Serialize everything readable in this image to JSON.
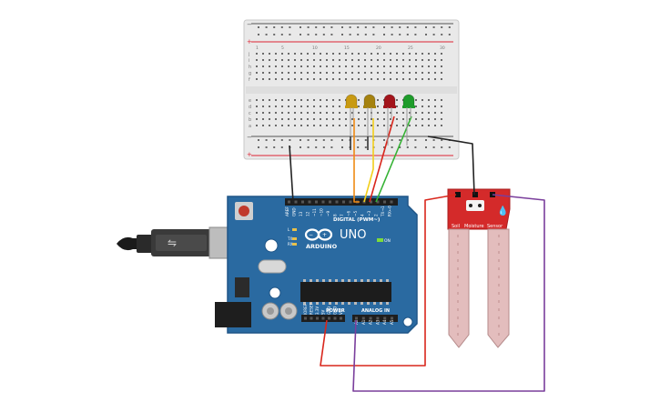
{
  "breadboard": {
    "rail_marks": {
      "minus": "−",
      "plus": "+"
    },
    "row_letters_top": [
      "j",
      "i",
      "h",
      "g",
      "f"
    ],
    "row_letters_bottom": [
      "e",
      "d",
      "c",
      "b",
      "a"
    ],
    "column_numbers": [
      "1",
      "5",
      "10",
      "15",
      "20",
      "25",
      "30"
    ]
  },
  "leds": [
    {
      "name": "led-1",
      "color": "#c89a12"
    },
    {
      "name": "led-2",
      "color": "#a5820f"
    },
    {
      "name": "led-3",
      "color": "#a3141b"
    },
    {
      "name": "led-4",
      "color": "#1e9c2b"
    }
  ],
  "arduino": {
    "logo_text": "ARDUINO",
    "model_text": "UNO",
    "digital_label": "DIGITAL (PWM~)",
    "power_label": "POWER",
    "analog_label": "ANALOG IN",
    "on_label": "ON",
    "tx_label": "TX",
    "rx_label": "RX",
    "l_label": "L",
    "top_pins": [
      "AREF",
      "GND",
      "13",
      "12",
      "~11",
      "~10",
      "~9",
      "8",
      "7",
      "~6",
      "~5",
      "4",
      "~3",
      "2",
      "TX→1",
      "RX←0"
    ],
    "power_pins": [
      "IOREF",
      "RESET",
      "3.3V",
      "5V",
      "GND",
      "GND",
      "Vin"
    ],
    "analog_pins": [
      "A0",
      "A1",
      "A2",
      "A3",
      "A4",
      "A5"
    ]
  },
  "sensor": {
    "label_soil": "Soil",
    "label_moisture": "Moisture",
    "label_sensor": "Sensor",
    "color": "#d42a2a"
  },
  "wire_colors": {
    "black": "#222222",
    "orange": "#ef8a14",
    "yellow": "#f2cf1a",
    "red": "#d9261c",
    "green": "#34b233",
    "purple": "#7a3e9c"
  }
}
